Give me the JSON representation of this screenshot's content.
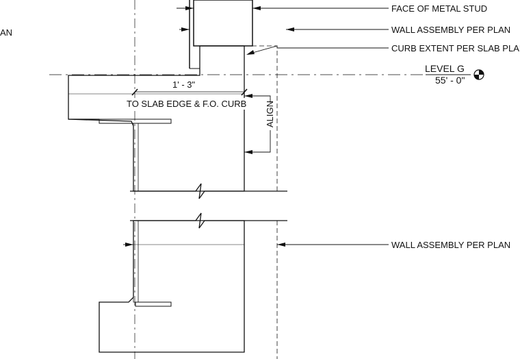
{
  "annotations": {
    "face_of_metal_stud": "FACE OF METAL STUD",
    "wall_assembly_upper": "WALL ASSEMBLY PER PLAN",
    "curb_extent": "CURB EXTENT PER SLAB PLAN",
    "wall_assembly_lower": "WALL ASSEMBLY PER PLAN",
    "cut_off_left": "AN"
  },
  "level_marker": {
    "name": "LEVEL G",
    "elevation": "55' - 0\""
  },
  "dimensions": {
    "slab_edge_distance": "1' - 3\"",
    "slab_edge_note": "TO SLAB EDGE & F.O. CURB",
    "align_label": "ALIGN"
  },
  "colors": {
    "line": "#111111",
    "concrete_speckle": "#8a8a8a",
    "hatch": "#444444"
  }
}
